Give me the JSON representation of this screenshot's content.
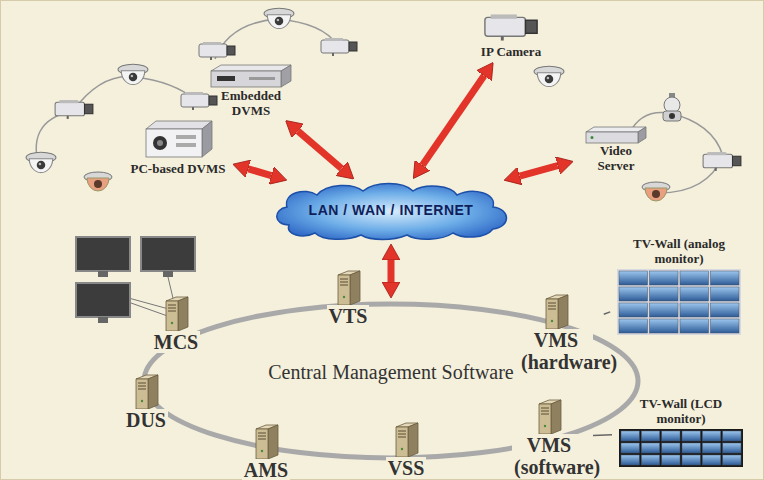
{
  "diagram": {
    "nodes": [
      {
        "text": [
          "PC-based DVMS"
        ]
      },
      {
        "text": [
          "Embedded DVMS"
        ]
      },
      {
        "text": [
          "IP Camera"
        ]
      },
      {
        "text": [
          "Video Server"
        ]
      },
      {
        "text": [
          "LAN / WAN / INTERNET"
        ]
      },
      {
        "text": [
          "TV-Wall (analog monitor)"
        ]
      },
      {
        "text": [
          "Central Management Software"
        ]
      },
      {
        "text": [
          "MCS"
        ],
        "in": 6
      },
      {
        "text": [
          "VTS"
        ],
        "in": 6
      },
      {
        "text": [
          "VMS (hardware)"
        ],
        "in": 6
      },
      {
        "text": [
          "DUS"
        ],
        "in": 6
      },
      {
        "text": [
          "AMS"
        ],
        "in": 6
      },
      {
        "text": [
          "VSS"
        ],
        "in": 6
      },
      {
        "text": [
          "VMS (software)"
        ],
        "in": 6
      },
      {
        "text": [
          "TV-Wall (LCD monitor)"
        ]
      }
    ],
    "edges": [
      {
        "from": 0,
        "to": 4,
        "arrow": "both"
      },
      {
        "from": 1,
        "to": 4,
        "arrow": "both"
      },
      {
        "from": 2,
        "to": 4,
        "arrow": "both"
      },
      {
        "from": 3,
        "to": 4,
        "arrow": "both"
      },
      {
        "from": 4,
        "to": 6,
        "arrow": "both"
      },
      {
        "from": 9,
        "to": 5,
        "arrow": "none"
      },
      {
        "from": 13,
        "to": 14,
        "arrow": "none"
      }
    ]
  }
}
